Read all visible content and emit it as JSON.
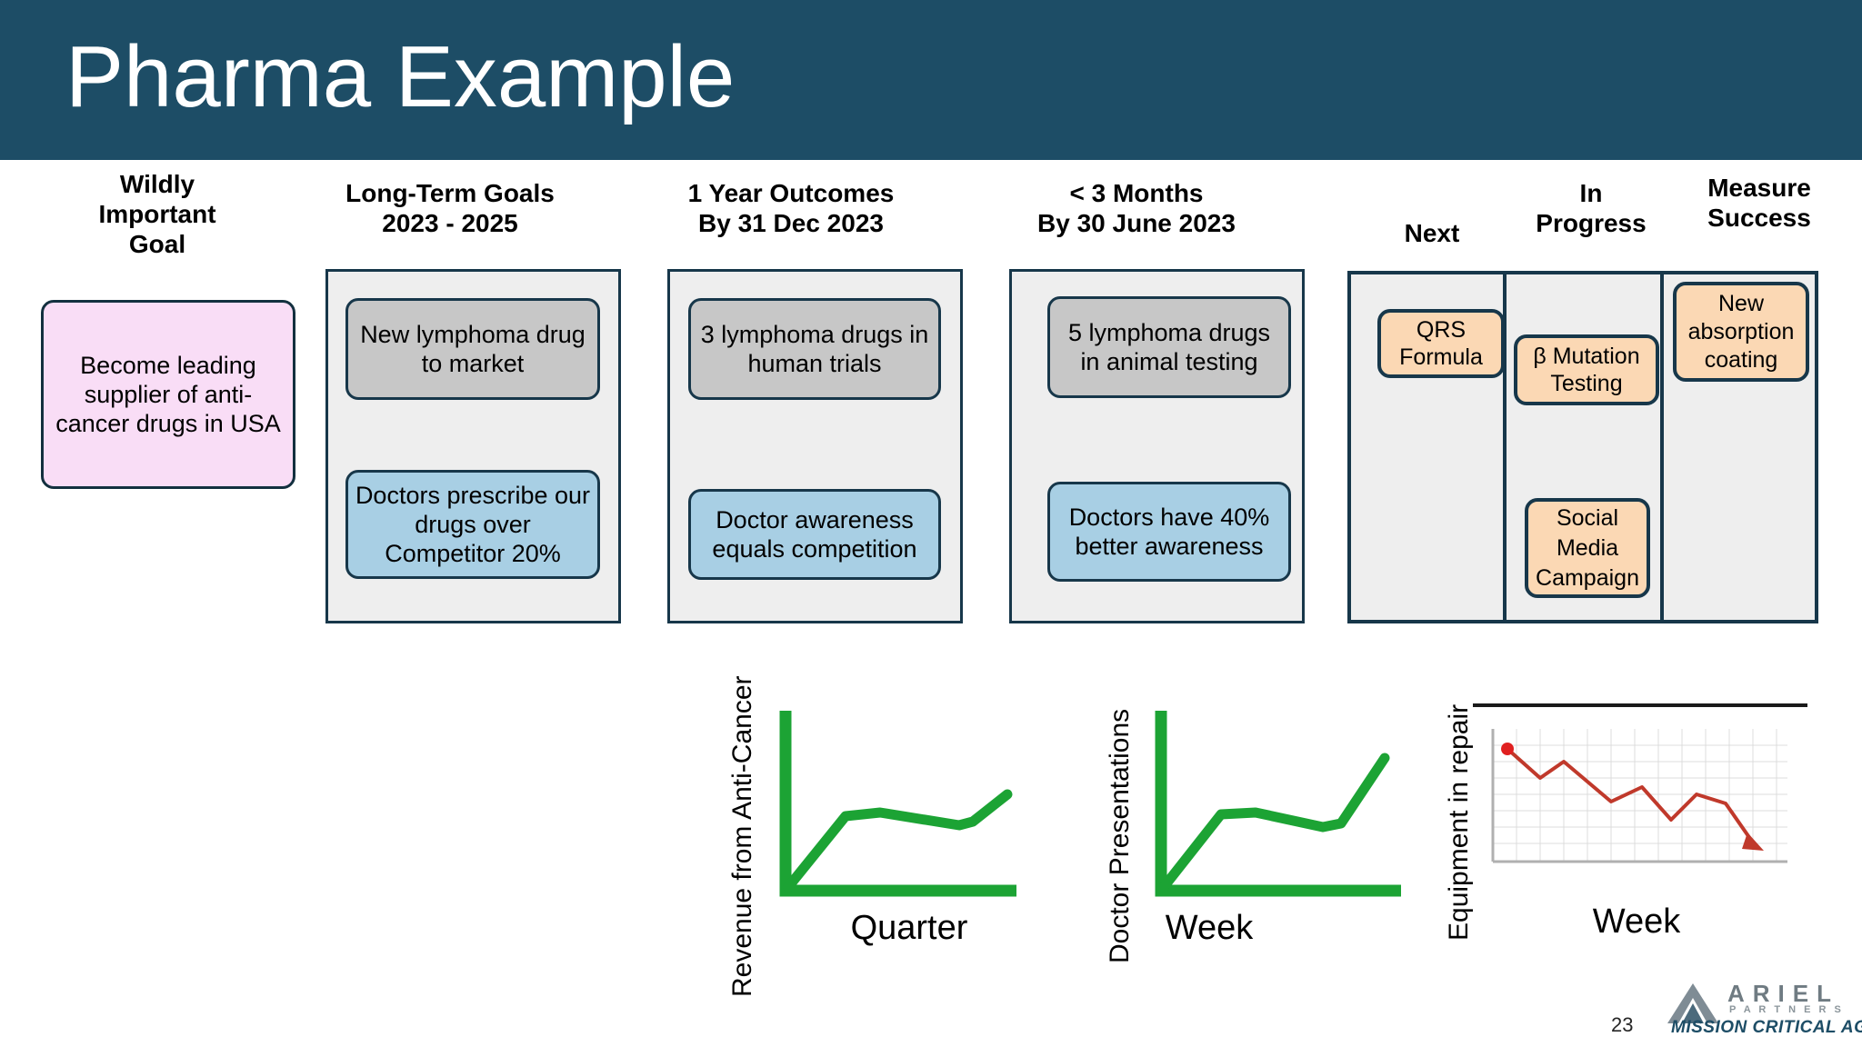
{
  "slide": {
    "title": "Pharma Example",
    "page_number": "23",
    "title_bar_color": "#1d4d66"
  },
  "wig": {
    "header_lines": [
      "Wildly",
      "Important",
      "Goal"
    ],
    "card": "Become leading supplier of anti-cancer drugs in USA",
    "card_color": "#f9ddf6"
  },
  "columns": [
    {
      "header_lines": [
        "Long-Term Goals",
        "2023 - 2025"
      ],
      "lead_card": "New lymphoma drug to market",
      "lag_card": "Doctors prescribe our drugs over Competitor 20%"
    },
    {
      "header_lines": [
        "1 Year Outcomes",
        "By 31 Dec 2023"
      ],
      "lead_card": "3 lymphoma drugs in human trials",
      "lag_card": "Doctor awareness equals competition"
    },
    {
      "header_lines": [
        "< 3 Months",
        "By 30 June 2023"
      ],
      "lead_card": "5 lymphoma drugs in animal testing",
      "lag_card": "Doctors have 40% better awareness"
    }
  ],
  "kanban": {
    "lead_color": "#c7c7c7",
    "lag_color": "#a8cfe4",
    "card_color": "#fbd8b4",
    "columns": [
      {
        "header_lines": [
          "Next"
        ],
        "cards": [
          "QRS Formula"
        ]
      },
      {
        "header_lines": [
          "In",
          "Progress"
        ],
        "cards": [
          "β Mutation Testing",
          "Social Media Campaign"
        ]
      },
      {
        "header_lines": [
          "Measure",
          "Success"
        ],
        "cards": [
          "New absorption coating"
        ]
      }
    ]
  },
  "chart_data": [
    {
      "type": "line",
      "title": "",
      "xlabel": "Quarter",
      "ylabel": "Revenue from Anti-Cancer",
      "line_color": "#1ca334",
      "axis_color": "#1ca334",
      "grid": false,
      "x": [
        0,
        1,
        2,
        3,
        4,
        5
      ],
      "values": [
        0,
        46,
        46,
        41,
        41,
        55
      ],
      "ylim": [
        0,
        100
      ],
      "xlim": [
        0,
        5
      ]
    },
    {
      "type": "line",
      "title": "",
      "xlabel": "Week",
      "ylabel": "Doctor Presentations",
      "line_color": "#1ca334",
      "axis_color": "#1ca334",
      "grid": false,
      "x": [
        0,
        1,
        2,
        3,
        4,
        5
      ],
      "values": [
        0,
        46,
        44,
        40,
        40,
        78
      ],
      "ylim": [
        0,
        100
      ],
      "xlim": [
        0,
        5
      ]
    },
    {
      "type": "line",
      "title": "",
      "xlabel": "Week",
      "ylabel": "Equipment in repair",
      "line_color": "#c0392b",
      "axis_color": "#aaaaaa",
      "grid": true,
      "marker_start": "dot",
      "marker_end": "arrow",
      "x": [
        0,
        1,
        2,
        3,
        4,
        5,
        6,
        7,
        8,
        9
      ],
      "values": [
        86,
        70,
        78,
        54,
        50,
        64,
        41,
        39,
        48,
        16
      ],
      "ylim": [
        0,
        100
      ],
      "xlim": [
        0,
        9
      ]
    }
  ],
  "logo": {
    "brand": "ARIEL",
    "sub": "P A R T N E R S",
    "tagline": "MISSION CRITICAL AGILE"
  }
}
